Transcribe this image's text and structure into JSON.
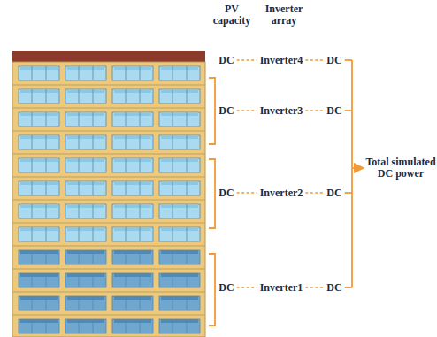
{
  "diagram": {
    "labels": [
      "PV capacity",
      "Inverter array",
      "DC",
      "Inverter4",
      "DC",
      "DC",
      "Inverter3",
      "DC",
      "Total simulated DC power",
      "DC",
      "Inverter2",
      "DC",
      "DC",
      "Inverter1",
      "DC"
    ]
  }
}
